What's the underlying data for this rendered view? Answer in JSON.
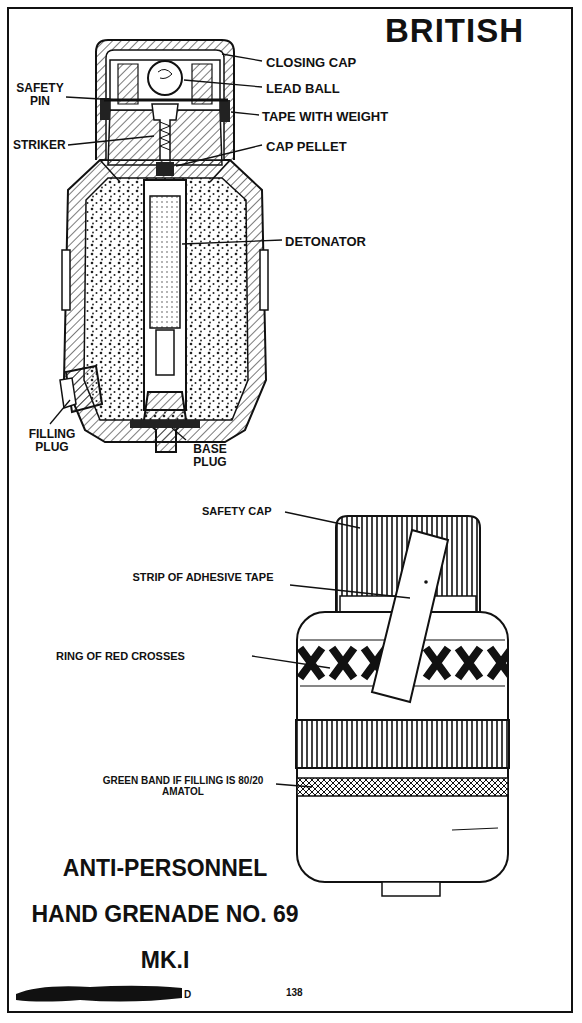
{
  "diagram": {
    "title": "ANTI-PERSONNEL HAND GRENADE NO. 69 MK.I",
    "labels": [
      "BRITISH",
      "CLOSING CAP",
      "LEAD BALL",
      "SAFETY PIN",
      "TAPE WITH WEIGHT",
      "STRIKER",
      "CAP PELLET",
      "DETONATOR",
      "FILLING PLUG",
      "BASE PLUG",
      "SAFETY CAP",
      "STRIP OF ADHESIVE TAPE",
      "RING OF RED CROSSES",
      "GREEN BAND IF FILLING IS 80/20 AMATOL",
      "D",
      "138"
    ]
  }
}
